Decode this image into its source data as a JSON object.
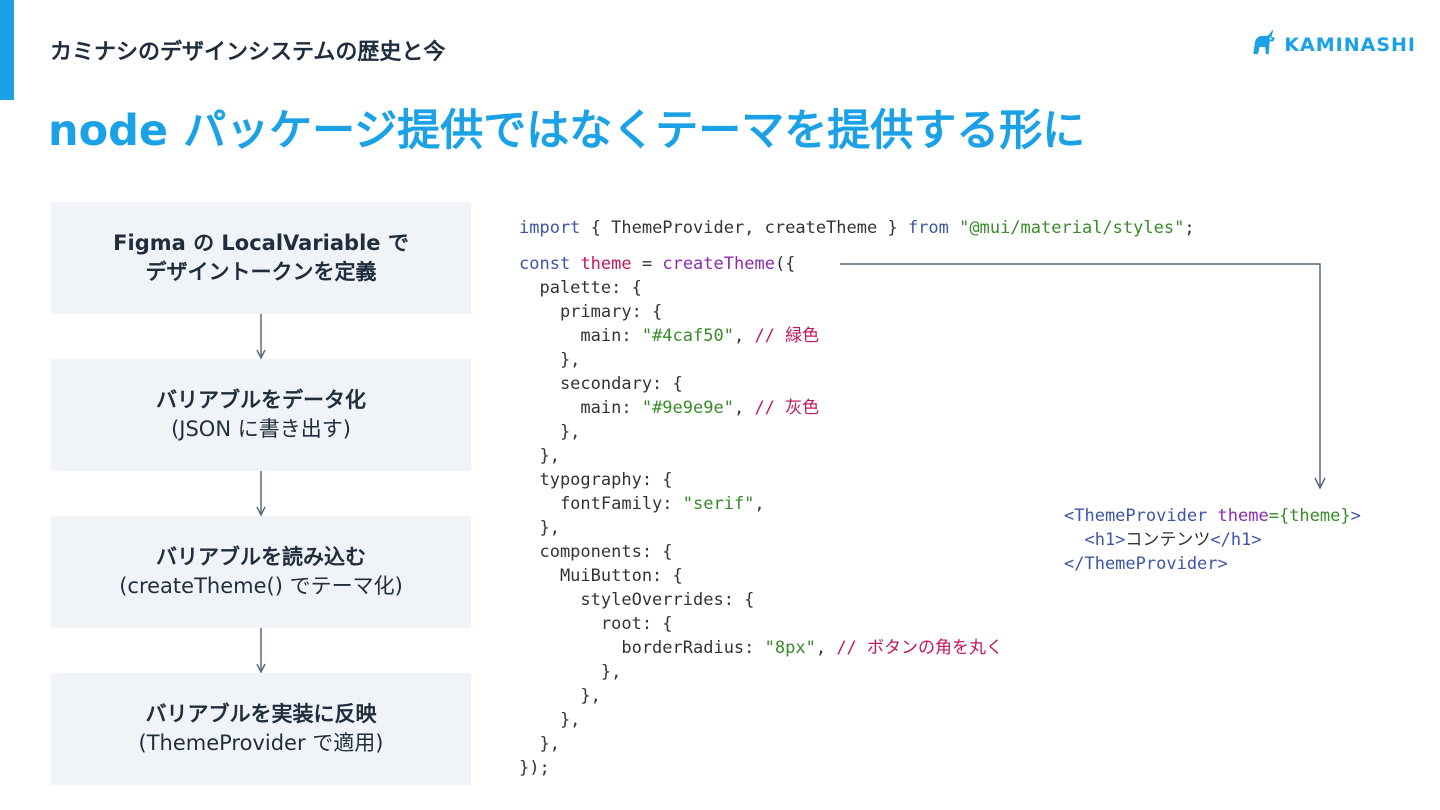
{
  "header": {
    "section_title": "カミナシのデザインシステムの歴史と今",
    "logo_text": "KAMINASHI",
    "main_title": "node パッケージ提供ではなくテーマを提供する形に"
  },
  "flow": {
    "steps": [
      {
        "line1": "Figma の LocalVariable で",
        "line2": "デザイントークンを定義"
      },
      {
        "line1": "バリアブルをデータ化",
        "line2": "(JSON に書き出す)"
      },
      {
        "line1": "バリアブルを読み込む",
        "line2": "(createTheme() でテーマ化)"
      },
      {
        "line1": "バリアブルを実装に反映",
        "line2": "(ThemeProvider で適用)"
      }
    ]
  },
  "code": {
    "import_kw": "import",
    "import_names": " { ThemeProvider, createTheme } ",
    "from_kw": "from",
    "import_src": "\"@mui/material/styles\"",
    "semicolon": ";",
    "const_kw": "const",
    "theme_var": "theme",
    "equals": " = ",
    "create_fn": "createTheme",
    "open": "({",
    "palette": "  palette: {",
    "primary": "    primary: {",
    "main_key": "      main: ",
    "primary_val": "\"#4caf50\"",
    "comma": ", ",
    "primary_comment": "// 緑色",
    "close_inner": "    },",
    "secondary": "    secondary: {",
    "secondary_val": "\"#9e9e9e\"",
    "secondary_comment": "// 灰色",
    "close_palette": "  },",
    "typography": "  typography: {",
    "font_key": "    fontFamily: ",
    "font_val": "\"serif\"",
    "font_comma": ",",
    "components": "  components: {",
    "mui_button": "    MuiButton: {",
    "style_overrides": "      styleOverrides: {",
    "root": "        root: {",
    "radius_key": "          borderRadius: ",
    "radius_val": "\"8px\"",
    "radius_comment": "// ボタンの角を丸く",
    "close_root": "        },",
    "close_so": "      },",
    "close_mui": "    },",
    "close_components": "  },",
    "close_all": "});"
  },
  "jsx": {
    "open_tag": "<ThemeProvider",
    "attr": " theme",
    "attr_val": "={theme}",
    "gt": ">",
    "h1_open": "  <h1>",
    "h1_text": "コンテンツ",
    "h1_close": "</h1>",
    "close_tag": "</ThemeProvider>"
  },
  "colors": {
    "accent": "#1aa1e6",
    "box_bg": "#f0f4f9",
    "keyword": "#3b55a8",
    "string": "#3a8a2b",
    "comment": "#c3185b"
  }
}
